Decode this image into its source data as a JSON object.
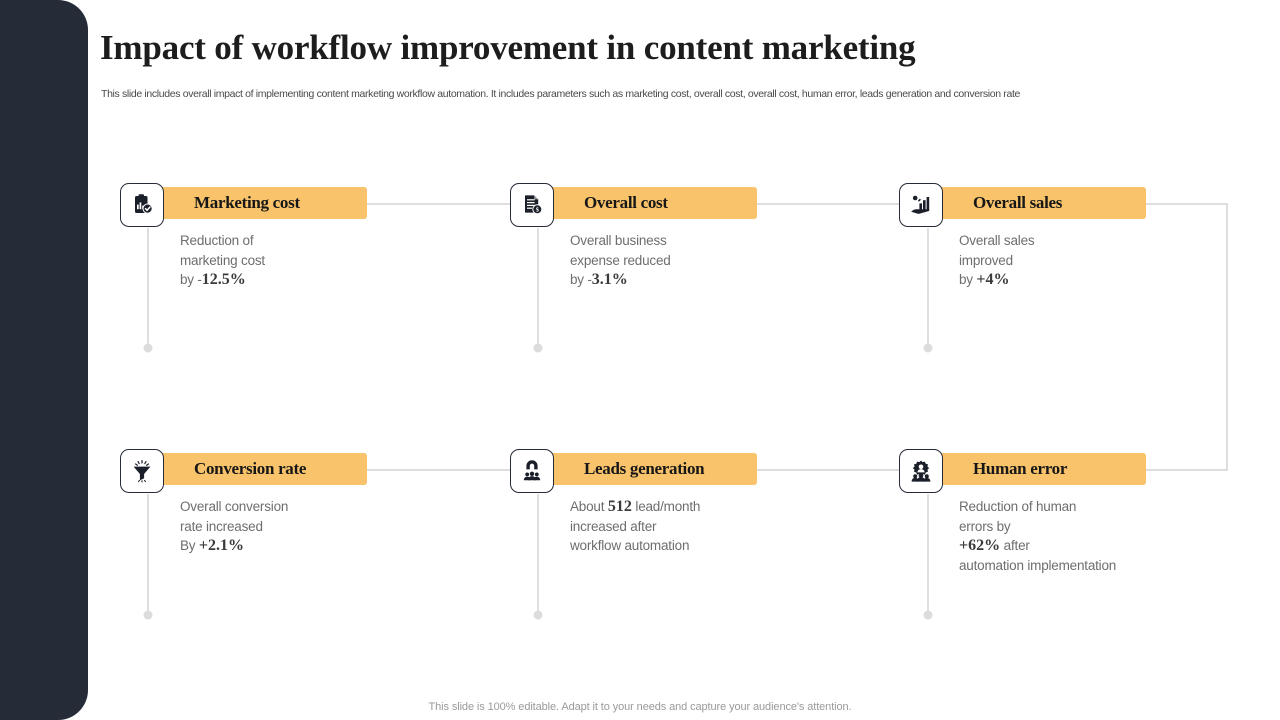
{
  "header": {
    "title": "Impact of workflow improvement in content marketing",
    "subtitle": "This slide includes overall impact of implementing content marketing workflow automation. It includes parameters such as marketing cost, overall cost, overall cost, human error, leads generation and conversion rate"
  },
  "theme": {
    "accent": "#F8C36A",
    "rail": "#262B38",
    "body_text": "#6e6e6e",
    "line": "#c9c9c9",
    "dot": "#d6d6d6"
  },
  "cards": [
    {
      "id": "marketing-cost",
      "icon": "clipboard-chart-check-icon",
      "title": "Marketing cost",
      "line1": "Reduction of",
      "line2": "marketing cost",
      "line3_pre": "by -",
      "line3_value": "12.5%",
      "line3_post": "",
      "line4": ""
    },
    {
      "id": "overall-cost",
      "icon": "document-money-icon",
      "title": "Overall cost",
      "line1": "Overall business",
      "line2": "expense reduced",
      "line3_pre": "by -",
      "line3_value": "3.1%",
      "line3_post": "",
      "line4": ""
    },
    {
      "id": "overall-sales",
      "icon": "hand-growth-chart-icon",
      "title": "Overall sales",
      "line1": "Overall sales",
      "line2": "improved",
      "line3_pre": "by ",
      "line3_value": "+4%",
      "line3_post": "",
      "line4": ""
    },
    {
      "id": "conversion-rate",
      "icon": "funnel-icon",
      "title": "Conversion rate",
      "line1": "Overall conversion",
      "line2": "rate increased",
      "line3_pre": "By ",
      "line3_value": "+2.1%",
      "line3_post": "",
      "line4": ""
    },
    {
      "id": "leads-generation",
      "icon": "magnet-people-icon",
      "title": "Leads generation",
      "line1": "",
      "line2": "",
      "line3_pre": "About ",
      "line3_value": "512",
      "line3_post": " lead/month",
      "line4": "increased after\nworkflow automation"
    },
    {
      "id": "human-error",
      "icon": "gear-people-icon",
      "title": "Human error",
      "line1": "Reduction of human",
      "line2": "errors by",
      "line3_pre": "",
      "line3_value": "+62%",
      "line3_post": " after",
      "line4": "automation implementation"
    }
  ],
  "footer": {
    "note": "This slide is 100% editable. Adapt it to your needs and capture your audience's attention."
  }
}
